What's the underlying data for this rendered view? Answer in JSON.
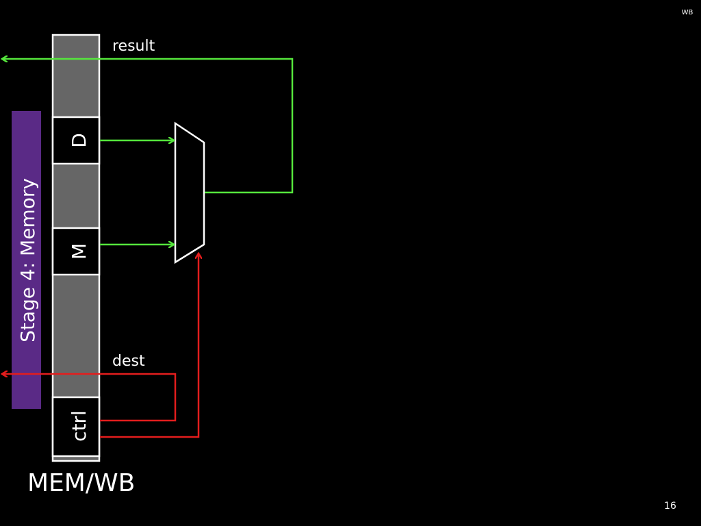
{
  "slide": {
    "corner_label": "WB",
    "page_number": "16",
    "register_label": "MEM/WB"
  },
  "stage_bar": {
    "label": "Stage 4: Memory",
    "color": "#5a2a86"
  },
  "register": {
    "fill_color": "#666666",
    "fields": [
      {
        "id": "D",
        "label": "D"
      },
      {
        "id": "M",
        "label": "M"
      },
      {
        "id": "ctrl",
        "label": "ctrl"
      }
    ]
  },
  "signals": {
    "result": {
      "label": "result",
      "color": "#55e63c"
    },
    "dest": {
      "label": "dest",
      "color": "#e31d1d"
    }
  }
}
